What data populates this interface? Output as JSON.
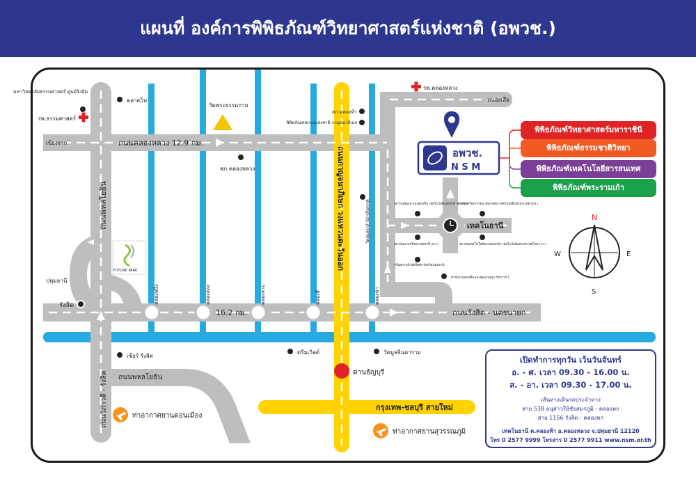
{
  "header": {
    "title": "แผนที่ องค์การพิพิธภัณฑ์วิทยาศาสตร์แห่งชาติ (อพวช.)"
  },
  "roads": {
    "klong_luang": "ถนนคลองหลวง 12.9 กม.",
    "rangsit_16": "16.2 กม.",
    "rangsit_nakhon_nayok": "ถนนรังสิต - นครนายก",
    "phahonyothin_top": "ถนนพหลโยธิน",
    "phahonyothin_bottom": "ถนนพหลโยธิน",
    "vibhavadi": "ถนนวิภาวดี - รังสิต",
    "kanchanaphisek": "ถนนกาญจนาภิเษก วงแหวนตะวันออก",
    "motorway": "กรุงเทพ-ชลบุรี สายใหม่",
    "toll": "ด่านธัญบุรี",
    "technopolis": "เทคโนธานี",
    "chiang_rak": "เชียงราก",
    "pathum_thani": "ปทุมธานี",
    "nong_suea": "หนองเสือ"
  },
  "canals": [
    "คลองหนึ่ง",
    "คลองสอง",
    "คลองสาม",
    "คลองสี่",
    "คลองห้า"
  ],
  "places": {
    "thammasat_univ": "มหาวิทยาลัยธรรมศาสตร์ ศูนย์รังสิต",
    "thammasat_hospital": "รพ.ธรรมศาสตร์",
    "talad_thai": "ตลาดไท",
    "wat_dhammakaya": "วัดพระธรรมกาย",
    "klong_ha_post": "สภ.คลองห้า",
    "national_museum": "พิพิธภัณฑสถานแห่งชาติ กาญจนาภิเษก",
    "klong_luang_hospital": "รพ.คลองหลวง",
    "klong_luang_post": "สภ.คลองหลวง",
    "wat_sa": "วัดสแสงกล้านิกรสังสรรค์",
    "future_park": "FUTURE PARK",
    "rangsit": "รังสิต",
    "zeer": "เซียร์ รังสิต",
    "dream_world": "ดรีมเวิลด์",
    "wat_mul": "วัดมูลจินดาราม",
    "don_mueang": "ท่าอากาศยานดอนเมือง",
    "suvarnabhumi": "ท่าอากาศยานสุวรรณภูมิ",
    "tech_ne": "สถาบันทรัพยากรอนามัยเกษตร เทคโนโลยีแห่งประเทศ (มธ.)",
    "tech_nw": "สถาบันพัฒนาและส่งเสริม เทคโนโลยีแห่งชาติ (สวทช.)",
    "tech_w": "สถาบันมาตรวิทยาแห่งชาติ (มว.)",
    "tech_e": "สถาบันเทคโนโลยีพระจอมเกล้า เทคโนโลยีแห่งประเทศไทย (วว.)",
    "tech_sw": "กรีนสถานบำบัดพิเศษ จังหวัดปทุมธานี",
    "tech_s": "สำนักงานส่งเสริมและพัฒนาสนุก วิชาการ 1"
  },
  "logo": {
    "thai": "อพวช.",
    "eng": "N S M"
  },
  "museums": [
    {
      "label": "พิพิธภัณฑ์วิทยาศาสตร์มหาราชินี",
      "color": "#e02426"
    },
    {
      "label": "พิพิธภัณฑ์ธรรมชาติวิทยา",
      "color": "#f15a23"
    },
    {
      "label": "พิพิธภัณฑ์เทคโนโลยีสารสนเทศ",
      "color": "#7b3f98"
    },
    {
      "label": "พิพิธภัณฑ์พระรามเก้า",
      "color": "#1aa14a"
    }
  ],
  "compass": {
    "n": "N",
    "e": "E",
    "s": "S",
    "w": "W"
  },
  "info": {
    "title": "เปิดทำการทุกวัน เว้นวันจันทร์",
    "weekday": "อ. - ศ. เวลา 09.30 - 16.00 น.",
    "weekend": "ส. - อา. เวลา 09.30 - 17.00 น.",
    "bus_title": "เส้นทางเดินรถประจำทาง",
    "bus_1": "สาย 538 อนุสาวรีย์ชัยสมรภูมิ - คลองหก",
    "bus_2": "สาย 1156 รังสิต - คลองหก",
    "address": "เทคโนธานี ต.คลองห้า อ.คลองหลวง จ.ปทุมธานี 12120",
    "contact": "โทร 0 2577 9999 โทรสาร 0 2577 9911 www.nsm.or.th"
  },
  "colors": {
    "navy": "#2e3790",
    "road": "#bcbec0",
    "canal": "#27aae1",
    "highway": "#ffd200",
    "red": "#e02426"
  }
}
